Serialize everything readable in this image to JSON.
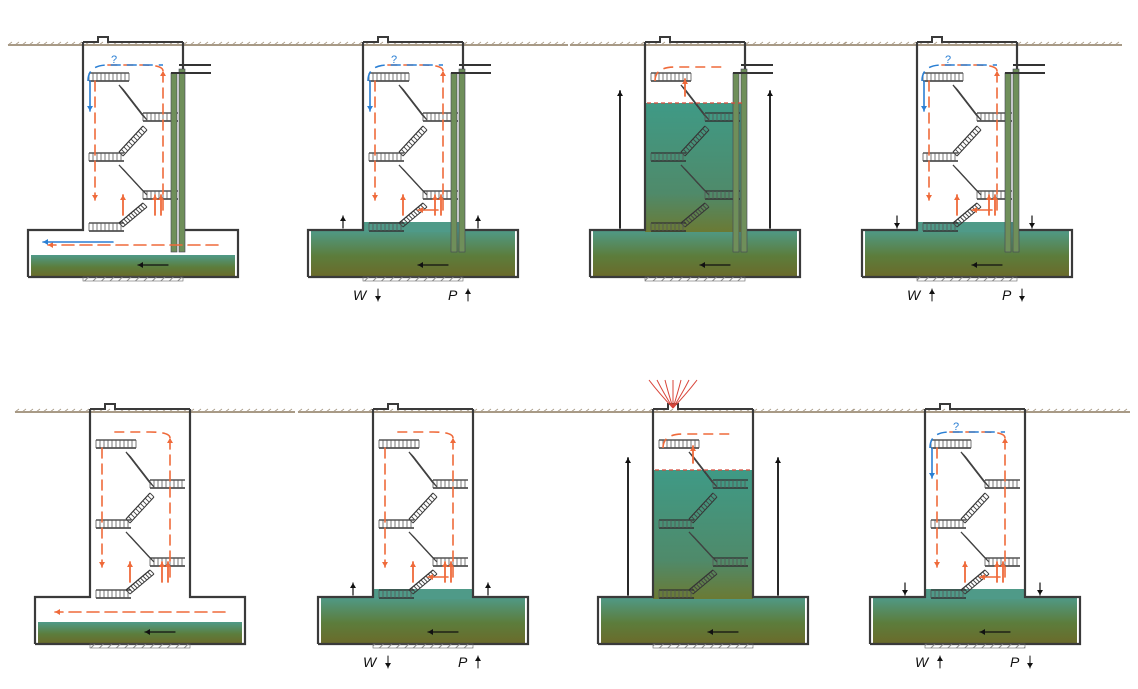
{
  "diagram": {
    "colors": {
      "ground": "#a89a86",
      "wall": "#3a3a3a",
      "water_top": "#4f9a88",
      "water_mid": "#5c7d3c",
      "water_bottom": "#6b6a2a",
      "air_flow": "#ef6a3a",
      "fresh_air": "#2a7fd4",
      "pipe": "#6f8f5a",
      "smoke": "#d9453a"
    },
    "icons": [
      "stair-icon",
      "arrow-up-icon",
      "arrow-down-icon",
      "arrow-left-icon",
      "question-mark-icon"
    ],
    "top_row": [
      {
        "id": "p1",
        "water": "channel",
        "pipes": true,
        "fresh_air": true,
        "labels": false
      },
      {
        "id": "p2",
        "water": "low",
        "pipes": true,
        "fresh_air": true,
        "labels": true,
        "W_dir": "down",
        "P_dir": "up"
      },
      {
        "id": "p3",
        "water": "high",
        "pipes": true,
        "fresh_air": false,
        "labels": false
      },
      {
        "id": "p4",
        "water": "low",
        "pipes": true,
        "fresh_air": true,
        "labels": true,
        "W_dir": "up",
        "P_dir": "down"
      }
    ],
    "bottom_row": [
      {
        "id": "p5",
        "water": "channel",
        "pipes": false,
        "fresh_air": false,
        "labels": false
      },
      {
        "id": "p6",
        "water": "low",
        "pipes": false,
        "fresh_air": false,
        "labels": true,
        "W_dir": "down",
        "P_dir": "up"
      },
      {
        "id": "p7",
        "water": "high",
        "pipes": false,
        "fresh_air": false,
        "labels": false,
        "smoke": true
      },
      {
        "id": "p8",
        "water": "low",
        "pipes": false,
        "fresh_air": true,
        "labels": true,
        "W_dir": "up",
        "P_dir": "down"
      }
    ],
    "labels": {
      "W": "W",
      "P": "P",
      "question": "?"
    }
  }
}
